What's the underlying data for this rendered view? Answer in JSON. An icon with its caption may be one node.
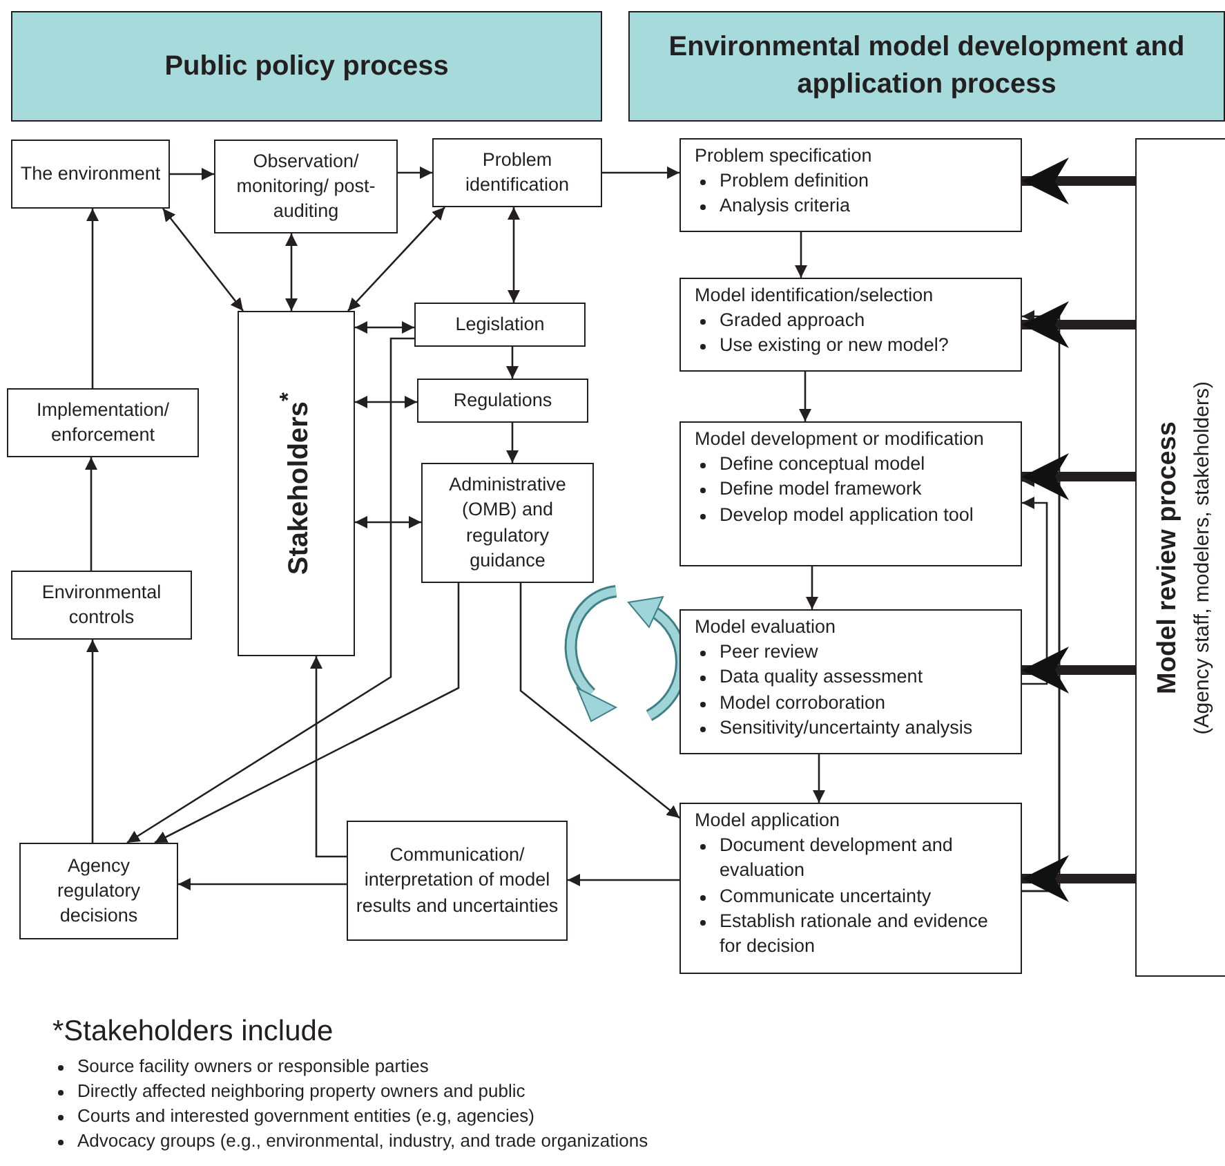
{
  "diagram": {
    "nodes": [
      {
        "text": [
          "Public policy process"
        ]
      },
      {
        "text": [
          "Environmental model development and application process"
        ]
      },
      {
        "text": [
          "The environment"
        ]
      },
      {
        "text": [
          "Observation/ monitoring/ post-auditing"
        ]
      },
      {
        "text": [
          "Problem identification"
        ]
      },
      {
        "text": [
          "Problem specification",
          "Problem definition",
          "Analysis criteria"
        ]
      },
      {
        "text": [
          "Model identification/selection",
          "Graded approach",
          "Use existing or new model?"
        ]
      },
      {
        "text": [
          "Legislation"
        ]
      },
      {
        "text": [
          "Regulations"
        ]
      },
      {
        "text": [
          "Stakeholders$^{*}$"
        ]
      },
      {
        "text": [
          "Implementation/ enforcement"
        ]
      },
      {
        "text": [
          "Model development or modification",
          "Define conceptual model",
          "Define model framework",
          "Develop model application tool"
        ]
      },
      {
        "text": [
          "Administrative (OMB) and regulatory guidance"
        ]
      },
      {
        "text": [
          "Environmental controls"
        ]
      },
      {
        "text": [
          "Model evaluation",
          "Peer review",
          "Data quality assessment",
          "Model corroboration",
          "Sensitivity/uncertainty analysis"
        ]
      },
      {
        "text": [
          "Agency regulatory decisions"
        ]
      },
      {
        "text": [
          "Communication/ interpretation of model results and uncertainties"
        ]
      },
      {
        "text": [
          "Model application",
          "Document development and evaluation",
          "Communicate uncertainty",
          "Establish rationale and evidence for decision"
        ]
      },
      {
        "text": [
          "Model review process",
          "(Agency staff, modelers, stakeholders)"
        ]
      }
    ],
    "edges": [
      {
        "from": 2,
        "to": 3,
        "arrow": "to"
      },
      {
        "from": 3,
        "to": 4,
        "arrow": "to"
      },
      {
        "from": 4,
        "to": 5,
        "arrow": "to"
      },
      {
        "from": 5,
        "to": 6,
        "arrow": "to"
      },
      {
        "from": 6,
        "to": 11,
        "arrow": "to"
      },
      {
        "from": 11,
        "to": 14,
        "arrow": "to"
      },
      {
        "from": 14,
        "to": 17,
        "arrow": "to"
      },
      {
        "from": 17,
        "to": 16,
        "arrow": "to"
      },
      {
        "from": 16,
        "to": 15,
        "arrow": "to"
      },
      {
        "from": 16,
        "to": 9,
        "arrow": "to"
      },
      {
        "from": 15,
        "to": 13,
        "arrow": "to"
      },
      {
        "from": 13,
        "to": 10,
        "arrow": "to"
      },
      {
        "from": 10,
        "to": 2,
        "arrow": "to"
      },
      {
        "from": 2,
        "to": 9,
        "arrow": "both"
      },
      {
        "from": 3,
        "to": 9,
        "arrow": "both"
      },
      {
        "from": 4,
        "to": 9,
        "arrow": "both"
      },
      {
        "from": 4,
        "to": 7,
        "arrow": "both"
      },
      {
        "from": 7,
        "to": 8,
        "arrow": "to"
      },
      {
        "from": 8,
        "to": 12,
        "arrow": "to"
      },
      {
        "from": 9,
        "to": 7,
        "arrow": "both"
      },
      {
        "from": 9,
        "to": 8,
        "arrow": "both"
      },
      {
        "from": 9,
        "to": 12,
        "arrow": "both"
      },
      {
        "from": 7,
        "to": 15,
        "arrow": "to"
      },
      {
        "from": 12,
        "to": 15,
        "arrow": "to"
      },
      {
        "from": 12,
        "to": 17,
        "arrow": "to"
      },
      {
        "from": 17,
        "to": 6,
        "arrow": "to"
      },
      {
        "from": 17,
        "to": 11,
        "arrow": "to"
      },
      {
        "from": 14,
        "to": 11,
        "arrow": "to"
      },
      {
        "from": 18,
        "to": 5,
        "arrow": "to",
        "style": "thick"
      },
      {
        "from": 18,
        "to": 6,
        "arrow": "to",
        "style": "thick"
      },
      {
        "from": 18,
        "to": 11,
        "arrow": "to",
        "style": "thick"
      },
      {
        "from": 18,
        "to": 14,
        "arrow": "to",
        "style": "thick"
      },
      {
        "from": 18,
        "to": 17,
        "arrow": "to",
        "style": "thick"
      }
    ],
    "labels": [
      "*Stakeholders include",
      "Source facility owners or responsible parties",
      "Directly affected neighboring property owners and public",
      "Courts and interested government entities (e.g, agencies)",
      "Advocacy groups (e.g., environmental, industry, and trade organizations"
    ]
  }
}
